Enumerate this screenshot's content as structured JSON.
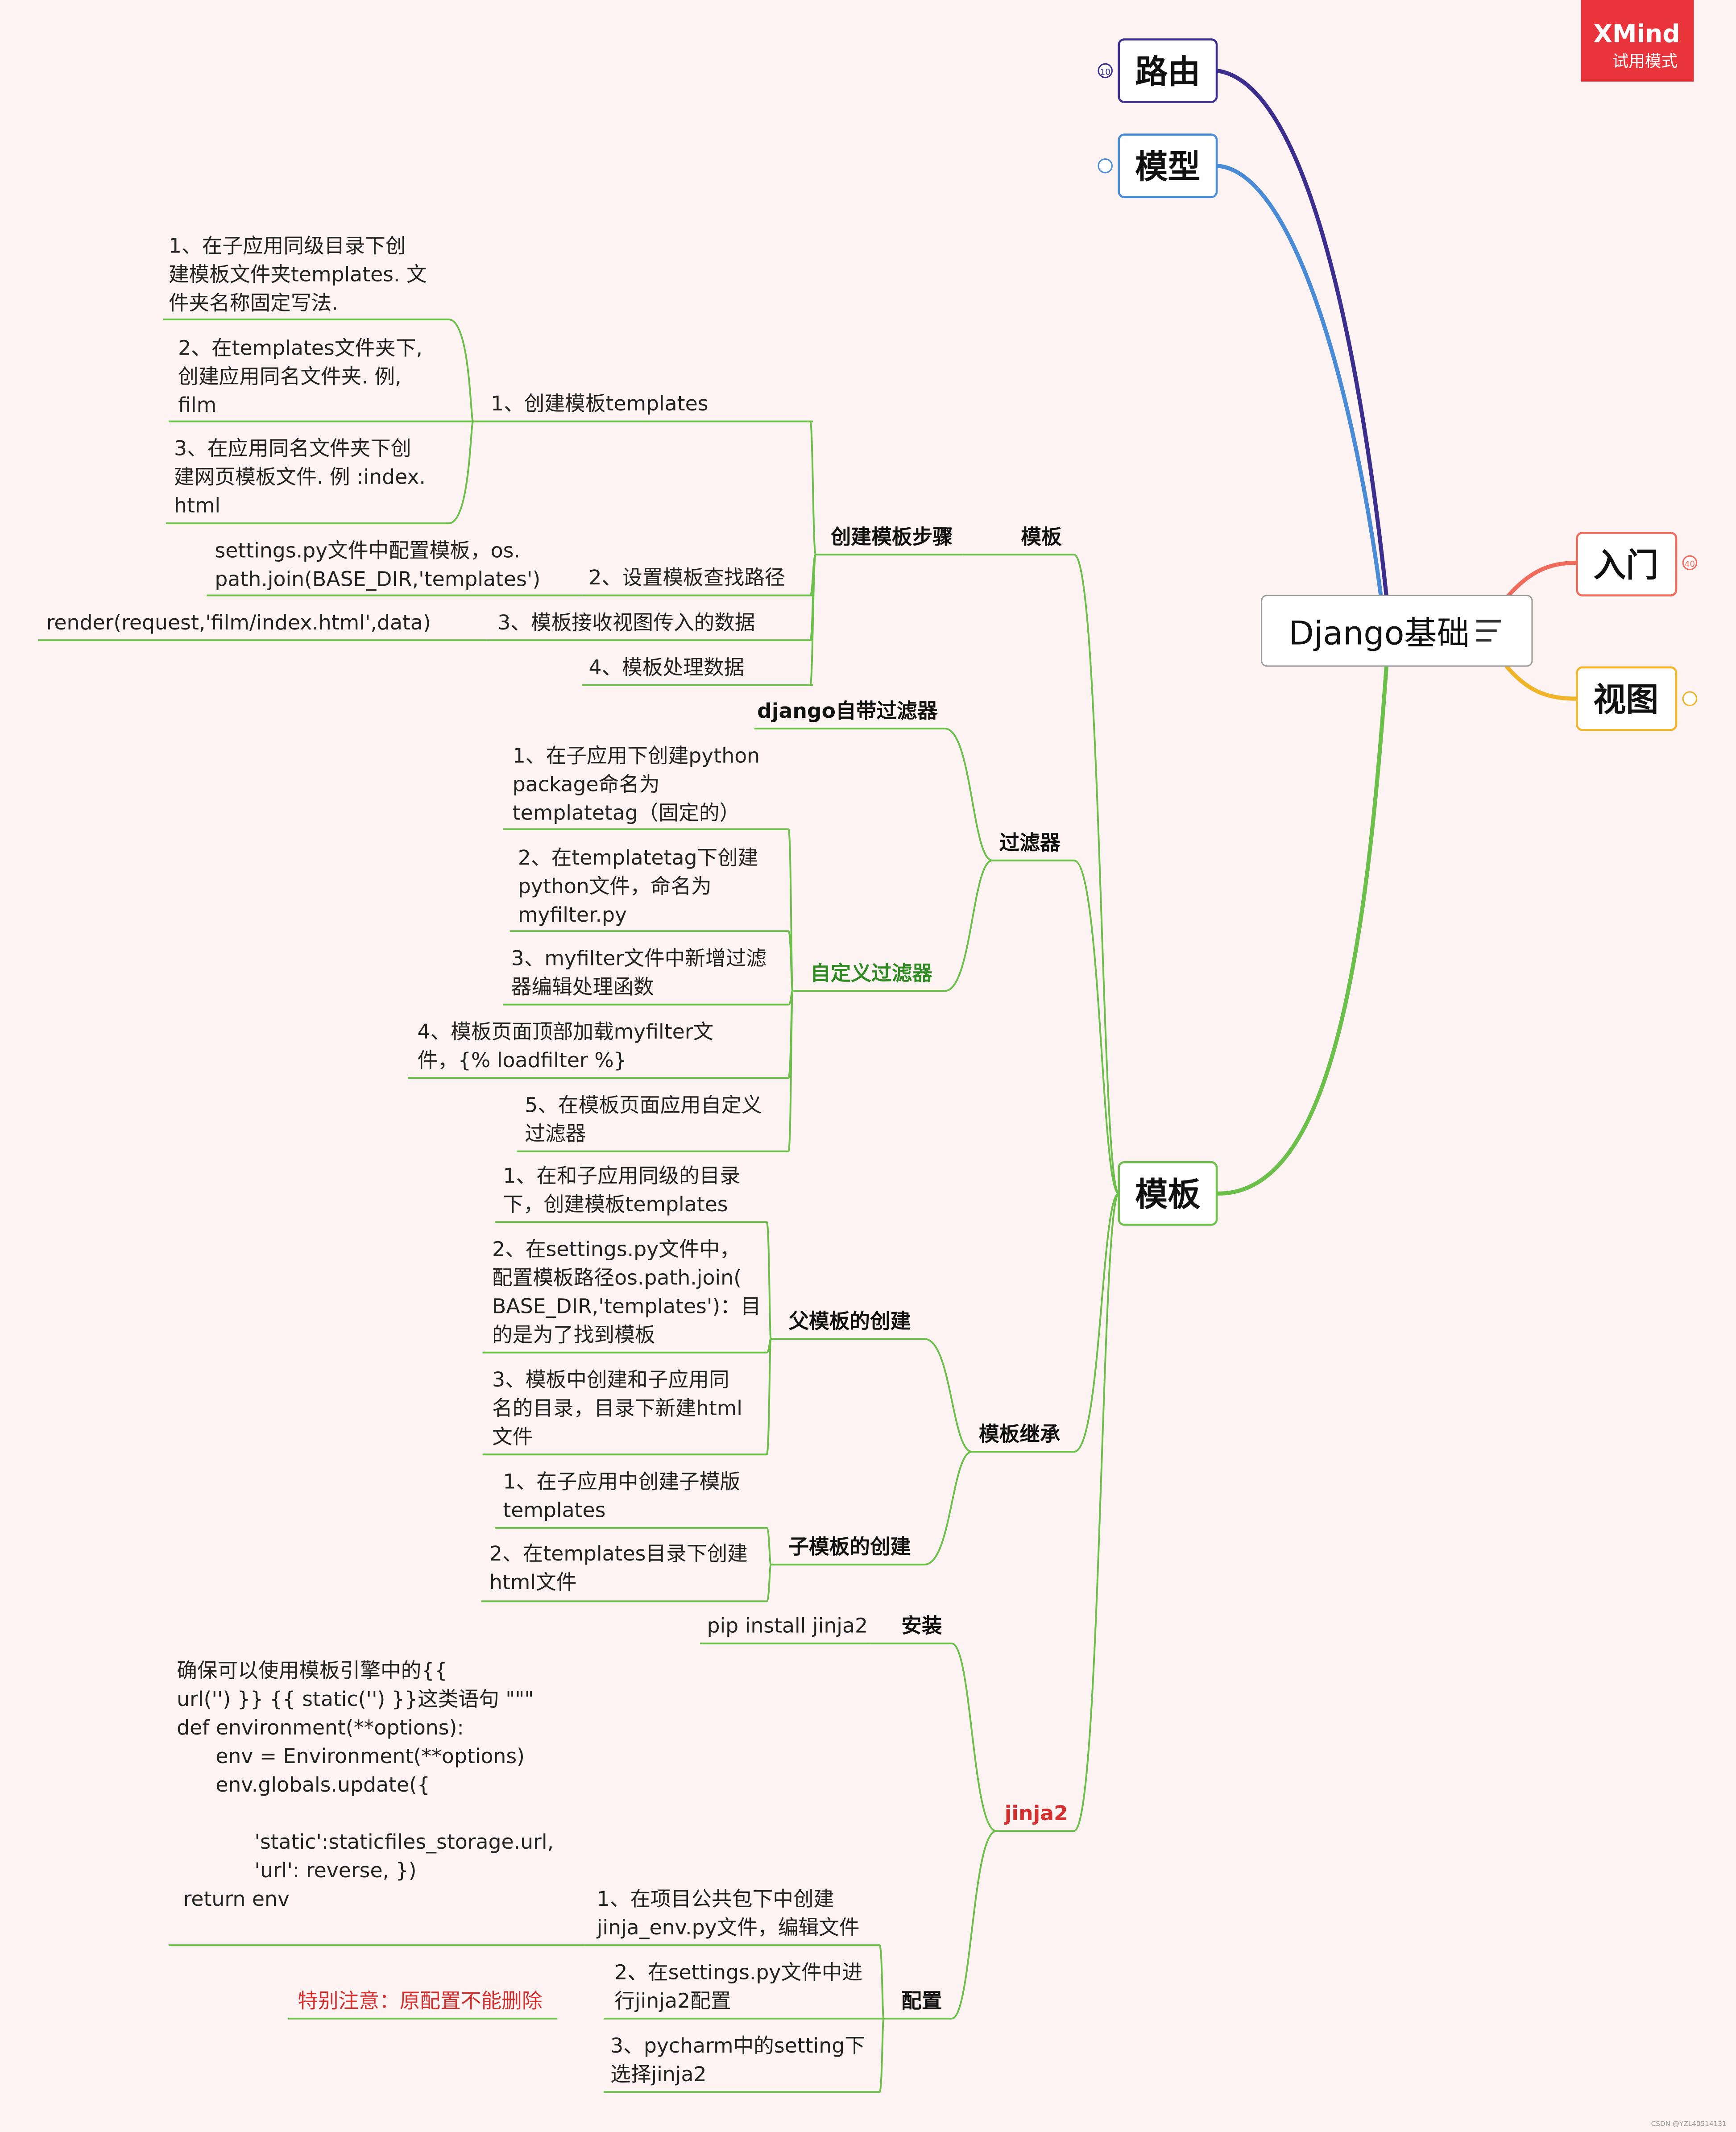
{
  "brand": {
    "name": "XMind",
    "mode": "试用模式",
    "color": "#e8343a"
  },
  "root": {
    "label": "Django基础",
    "menu_icon": "lines-icon"
  },
  "colors": {
    "route": "#3b2e8c",
    "model": "#4a8bd6",
    "template": "#6cbf4a",
    "intro": "#ef6b5c",
    "view": "#f0b429"
  },
  "branches": {
    "route": {
      "label": "路由",
      "badge": "10"
    },
    "model": {
      "label": "模型"
    },
    "intro": {
      "label": "入门",
      "badge": "40"
    },
    "view": {
      "label": "视图"
    },
    "template": {
      "label": "模板"
    }
  },
  "template_tree": {
    "muban": "模板",
    "steps": "创建模板步骤",
    "s1": "1、创建模板templates",
    "s1a": [
      "1、在子应用同级目录下创",
      "建模板文件夹templates. 文",
      "件夹名称固定写法."
    ],
    "s1b": [
      "2、在templates文件夹下,",
      "创建应用同名文件夹. 例,",
      "film"
    ],
    "s1c": [
      "3、在应用同名文件夹下创",
      "建网页模板文件. 例 :index.",
      "html"
    ],
    "s2": "2、设置模板查找路径",
    "s2a": [
      "settings.py文件中配置模板，os.",
      "path.join(BASE_DIR,'templates')"
    ],
    "s3": "3、模板接收视图传入的数据",
    "s3a": "render(request,'film/index.html',data)",
    "s4": "4、模板处理数据",
    "filters": "过滤器",
    "f_builtin": "django自带过滤器",
    "f_custom": "自定义过滤器",
    "fc1": [
      "1、在子应用下创建python",
      "package命名为",
      "templatetag（固定的）"
    ],
    "fc2": [
      "2、在templatetag下创建",
      "python文件，命名为",
      "myfilter.py"
    ],
    "fc3": [
      "3、myfilter文件中新增过滤",
      "器编辑处理函数"
    ],
    "fc4": [
      "4、模板页面顶部加载myfilter文",
      "件，{% loadfilter %}"
    ],
    "fc5": [
      "5、在模板页面应用自定义",
      "过滤器"
    ],
    "inherit": "模板继承",
    "parent": "父模板的创建",
    "p1": [
      "1、在和子应用同级的目录",
      "下，创建模板templates"
    ],
    "p2": [
      "2、在settings.py文件中，",
      "配置模板路径os.path.join(",
      "BASE_DIR,'templates')：目",
      "的是为了找到模板"
    ],
    "p3": [
      "3、模板中创建和子应用同",
      "名的目录，目录下新建html",
      "文件"
    ],
    "child": "子模板的创建",
    "c1": [
      "1、在子应用中创建子模版",
      "templates"
    ],
    "c2": [
      "2、在templates目录下创建",
      "html文件"
    ],
    "jinja": "jinja2",
    "install": "安装",
    "install_cmd": "pip install jinja2",
    "config": "配置",
    "cfg1": [
      "1、在项目公共包下中创建",
      "jinja_env.py文件，编辑文件"
    ],
    "cfg1a": [
      "确保可以使用模板引擎中的{{",
      "url('') }} {{ static('') }}这类语句 \"\"\"",
      "def environment(**options):",
      "      env = Environment(**options)",
      "      env.globals.update({",
      "",
      "            'static':staticfiles_storage.url,",
      "            'url': reverse, })",
      " return env"
    ],
    "cfg2": [
      "2、在settings.py文件中进",
      "行jinja2配置"
    ],
    "cfg2a": "特别注意：原配置不能删除",
    "cfg3": [
      "3、pycharm中的setting下",
      "选择jinja2"
    ]
  },
  "footer": "CSDN @YZL40514131"
}
